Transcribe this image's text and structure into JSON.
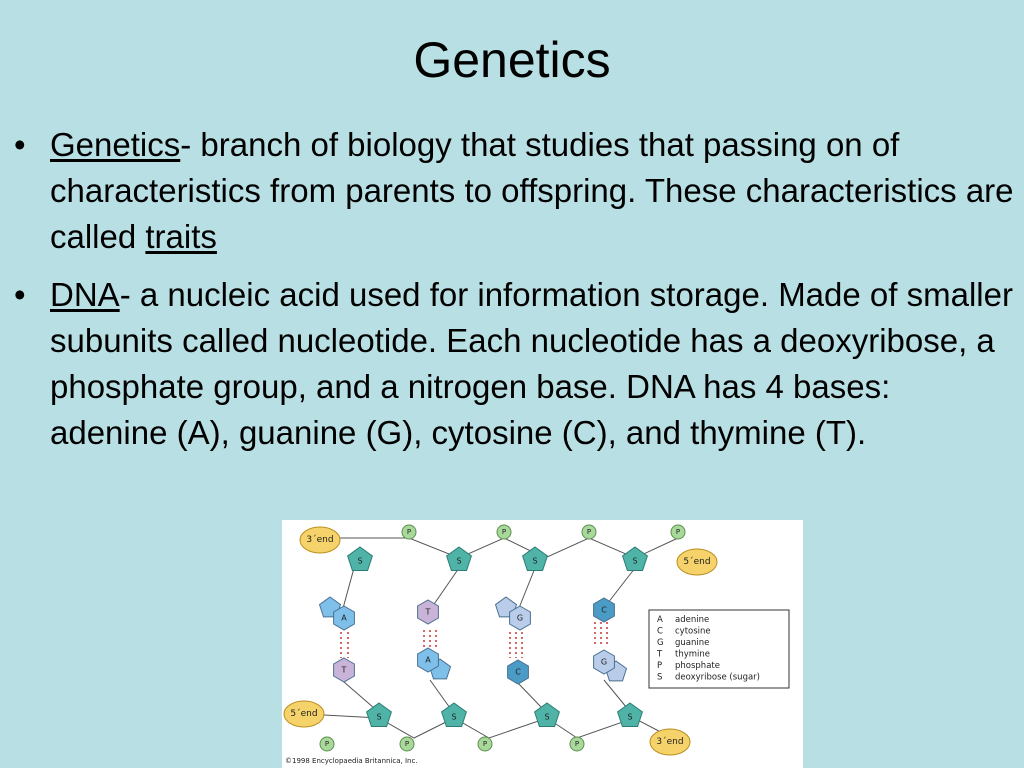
{
  "slide": {
    "title": "Genetics",
    "bullets": [
      {
        "term": "Genetics",
        "text_before": "- branch of biology that studies that passing on of characteristics from parents to offspring.  These characteristics are called ",
        "term2": "traits"
      },
      {
        "term": "DNA",
        "text": "- a nucleic acid used for information storage.  Made of smaller subunits called nucleotide.  Each nucleotide has a deoxyribose, a phosphate group, and a nitrogen base.  DNA has 4 bases: adenine (A), guanine (G), cytosine (C), and thymine (T)."
      }
    ]
  },
  "figure": {
    "end_labels": {
      "top_left": "3´end",
      "top_right": "5´end",
      "bottom_left": "5´end",
      "bottom_right": "3´end"
    },
    "phosphate": "P",
    "sugar": "S",
    "top_bases": [
      "A",
      "T",
      "G",
      "C"
    ],
    "bottom_bases": [
      "T",
      "A",
      "C",
      "G"
    ],
    "legend": [
      {
        "code": "A",
        "name": "adenine"
      },
      {
        "code": "C",
        "name": "cytosine"
      },
      {
        "code": "G",
        "name": "guanine"
      },
      {
        "code": "T",
        "name": "thymine"
      },
      {
        "code": "P",
        "name": "phosphate"
      },
      {
        "code": "S",
        "name": "deoxyribose (sugar)"
      }
    ],
    "copyright": "©1998 Encyclopaedia Britannica, Inc.",
    "colors": {
      "phosphate": "#a9d99a",
      "sugar": "#4fb3a8",
      "end": "#f6d36a",
      "A": "#7ec0ea",
      "T": "#c9b3d8",
      "G": "#b9cdea",
      "C": "#4a9bc6"
    }
  }
}
